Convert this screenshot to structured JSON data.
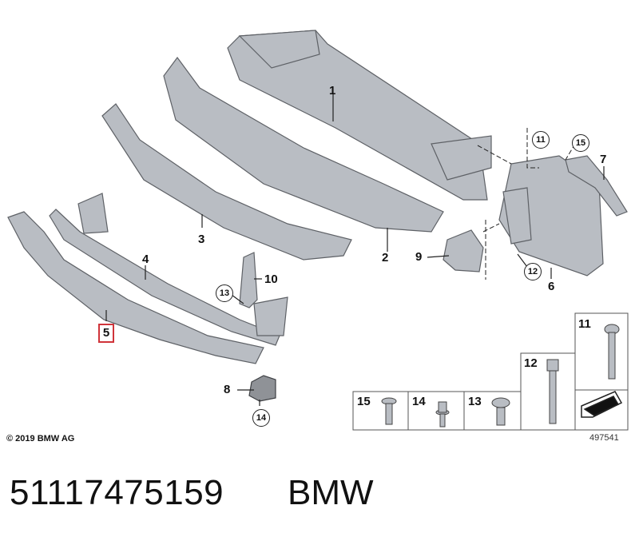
{
  "callouts": {
    "c1": "1",
    "c2": "2",
    "c3": "3",
    "c4": "4",
    "c5": "5",
    "c6": "6",
    "c7": "7",
    "c8": "8",
    "c9": "9",
    "c10": "10",
    "circ11": "11",
    "circ12": "12",
    "circ13": "13",
    "circ14": "14",
    "circ15": "15"
  },
  "fasteners": {
    "f15": "15",
    "f14": "14",
    "f13": "13",
    "f12": "12",
    "f11": "11"
  },
  "copyright": "© 2019 BMW AG",
  "doc_number": "497541",
  "part_number": "51117475159",
  "brand": "BMW",
  "colors": {
    "part_fill": "#b9bdc3",
    "part_stroke": "#5e6166",
    "highlight": "#d0343a"
  }
}
